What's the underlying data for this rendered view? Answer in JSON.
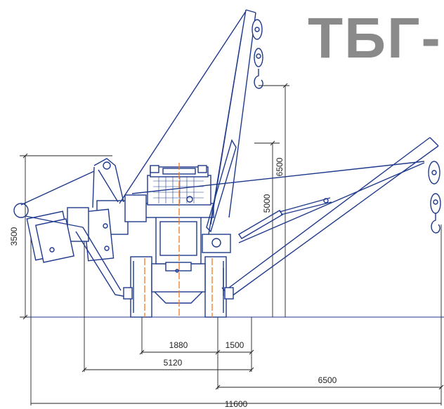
{
  "logo": {
    "text": "ТБГ-"
  },
  "dimensions": {
    "height_left": "3500",
    "height_hook": "6500",
    "height_inner": "5000",
    "width_track": "1880",
    "width_1500": "1500",
    "width_5120": "5120",
    "reach": "6500",
    "total": "11600"
  },
  "colors": {
    "structure": "#1f3a8c",
    "centerline": "#f07a20",
    "dimension_lines": "#222222",
    "logo": "#8a8a8a"
  }
}
